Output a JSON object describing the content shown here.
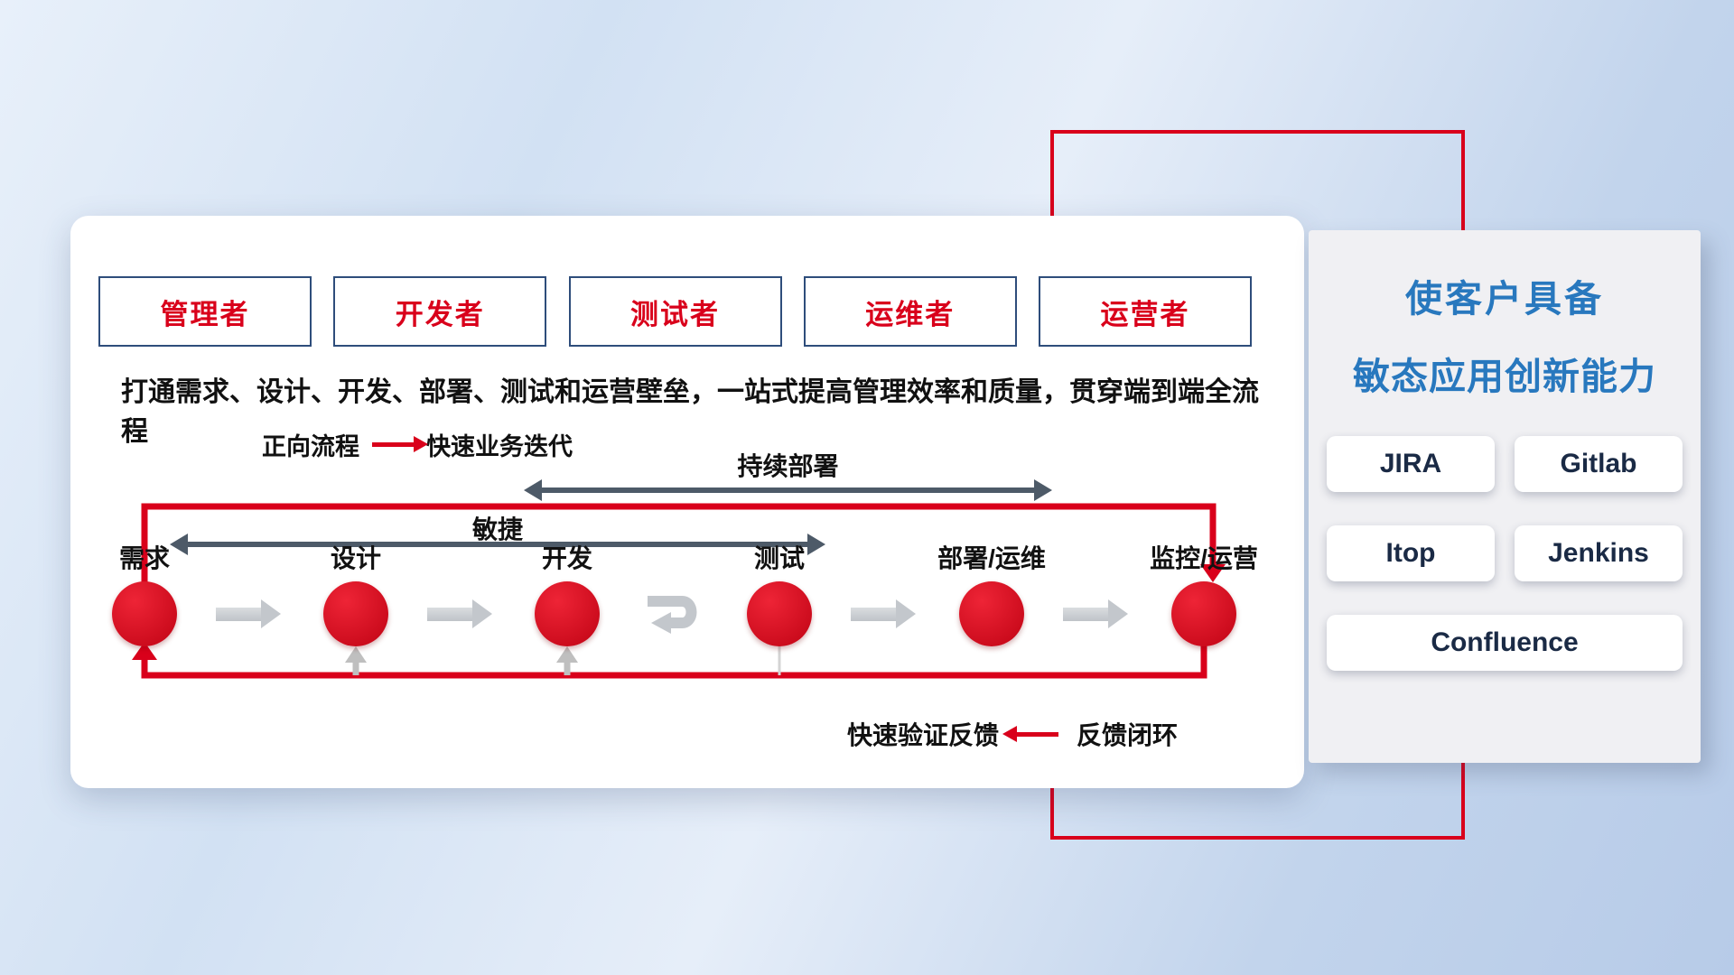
{
  "colors": {
    "accent_red": "#d9001b",
    "arrow_dark": "#4d5a68",
    "title_blue": "#2878be",
    "role_border": "#2e4d7b"
  },
  "roles": [
    "管理者",
    "开发者",
    "测试者",
    "运维者",
    "运营者"
  ],
  "description": "打通需求、设计、开发、部署、测试和运营壁垒，一站式提高管理效率和质量，贯穿端到端全流程",
  "legend": {
    "forward_label": "正向流程",
    "forward_desc": "快速业务迭代",
    "feedback_desc": "快速验证反馈",
    "feedback_label": "反馈闭环"
  },
  "flow": {
    "continuous_deploy_label": "持续部署",
    "agile_label": "敏捷",
    "nodes": [
      "需求",
      "设计",
      "开发",
      "测试",
      "部署/运维",
      "监控/运营"
    ]
  },
  "right_panel": {
    "title_line1": "使客户具备",
    "title_line2": "敏态应用创新能力",
    "tools": [
      "JIRA",
      "Gitlab",
      "Itop",
      "Jenkins",
      "Confluence"
    ]
  }
}
